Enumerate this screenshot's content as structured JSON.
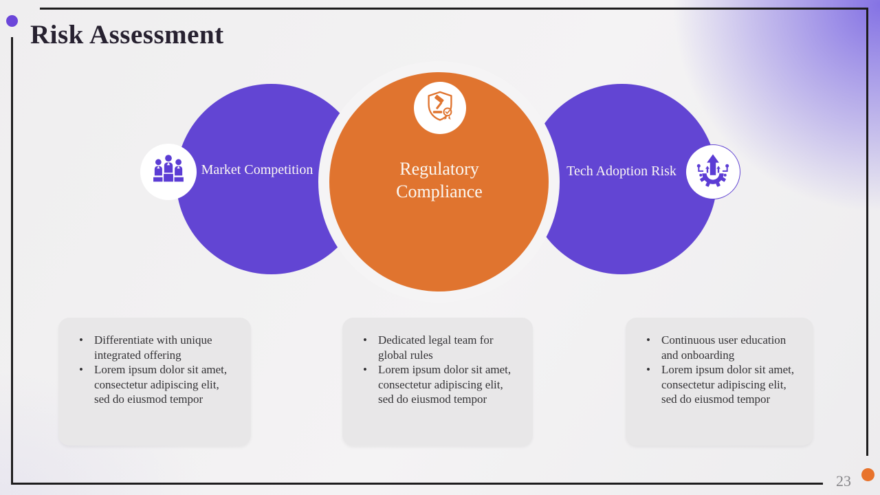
{
  "bullet_char": "•",
  "slide": {
    "title": "Risk Assessment",
    "page_number": "23"
  },
  "colors": {
    "purple": "#6245d3",
    "orange": "#e0742f",
    "ring": "#f5f4f5",
    "box_background": "#e8e7e8",
    "frame_line": "#1d1c1d",
    "title_text": "#272130",
    "circle_text": "#fbf8f3",
    "body_text": "#333235",
    "page_number_text": "#858487",
    "top_left_dot": "#6b46d9",
    "bottom_right_dot": "#e8732c"
  },
  "risks": [
    {
      "label": "Market Competition",
      "icon": "podium-people-icon",
      "points": [
        "Differentiate with unique integrated offering",
        "Lorem ipsum dolor sit amet, consectetur adipiscing elit, sed do eiusmod tempor"
      ]
    },
    {
      "label": "Regulatory Compliance",
      "icon": "shield-gavel-icon",
      "points": [
        "Dedicated legal team for global rules",
        "Lorem ipsum dolor sit amet, consectetur adipiscing elit, sed do eiusmod tempor"
      ]
    },
    {
      "label": "Tech Adoption Risk",
      "icon": "gear-arrow-icon",
      "points": [
        "Continuous user education and onboarding",
        "Lorem ipsum dolor sit amet, consectetur adipiscing elit, sed do eiusmod tempor"
      ]
    }
  ]
}
